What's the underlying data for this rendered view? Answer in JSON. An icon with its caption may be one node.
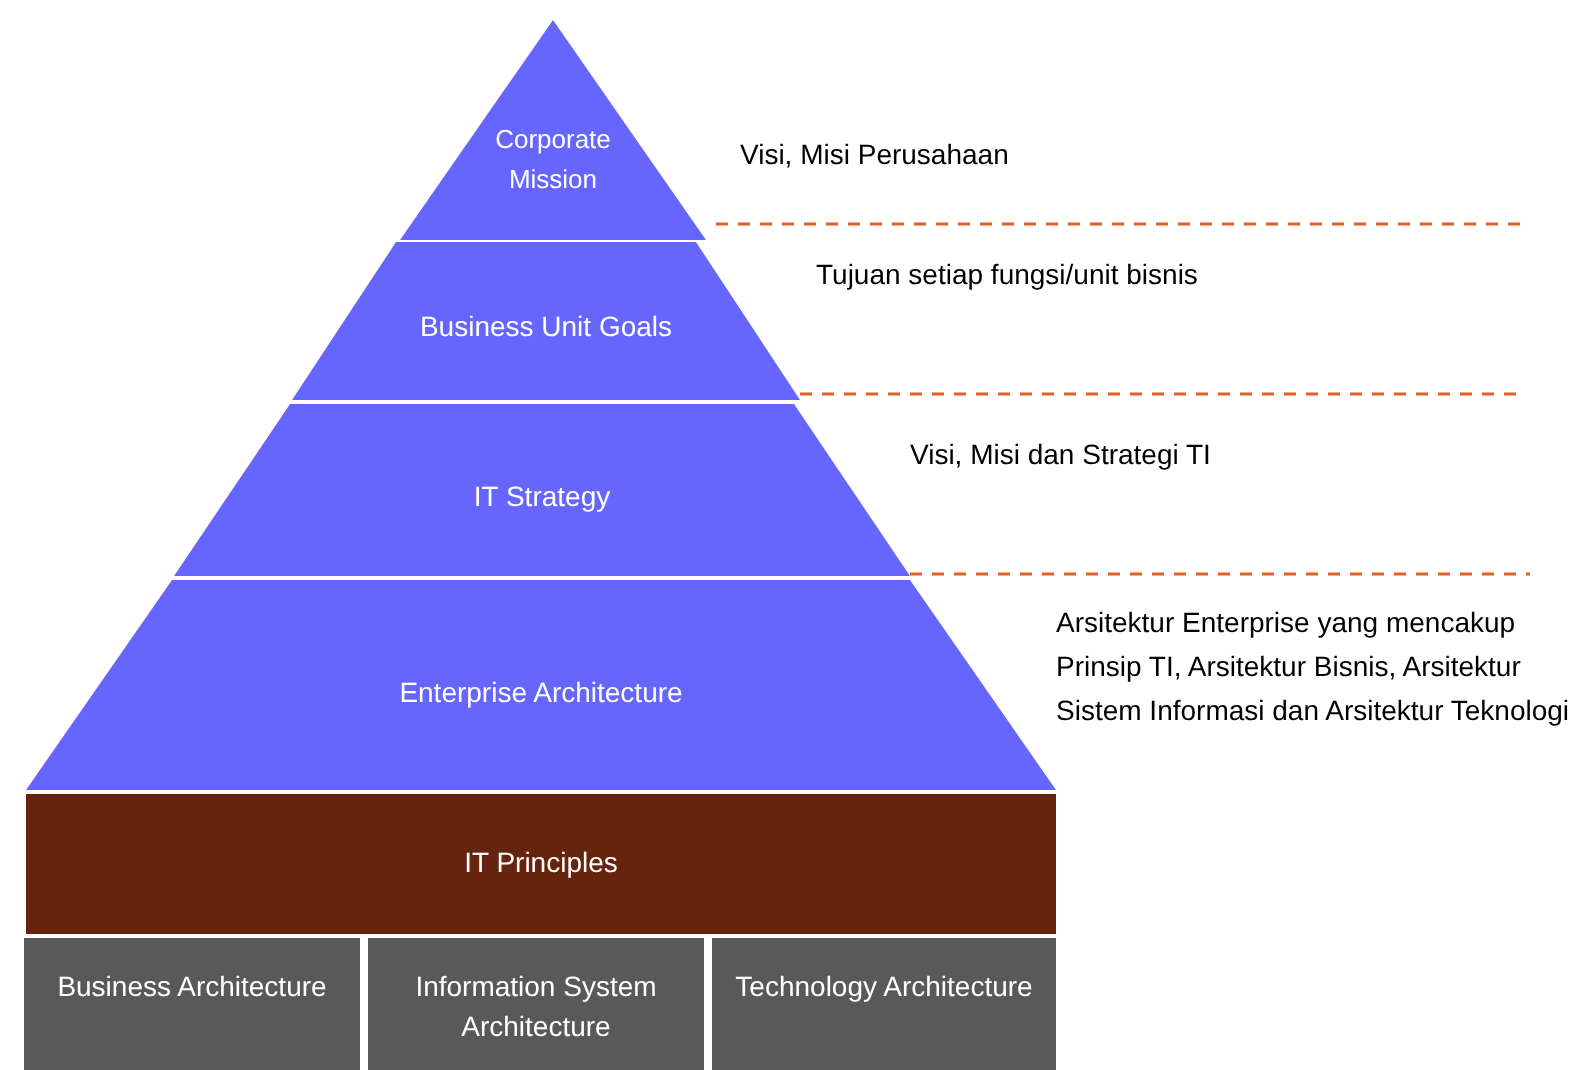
{
  "diagram": {
    "nodes": [
      {
        "text": [
          "Corporate Mission"
        ],
        "beside": [
          "Visi, Misi Perusahaan"
        ]
      },
      {
        "text": [
          "Business Unit Goals"
        ],
        "beside": [
          "Tujuan setiap fungsi/unit bisnis"
        ]
      },
      {
        "text": [
          "IT Strategy"
        ],
        "beside": [
          "Visi, Misi dan Strategi TI"
        ]
      },
      {
        "text": [
          "Enterprise Architecture"
        ],
        "beside": [
          "Arsitektur Enterprise yang mencakup Prinsip TI, Arsitektur Bisnis, Arsitektur Sistem Informasi dan Arsitektur Teknologi"
        ]
      },
      {
        "text": [
          "IT Principles"
        ]
      },
      {
        "text": [
          "Business Architecture"
        ]
      },
      {
        "text": [
          "Information System Architecture"
        ]
      },
      {
        "text": [
          "Technology Architecture"
        ]
      }
    ],
    "edges": []
  }
}
